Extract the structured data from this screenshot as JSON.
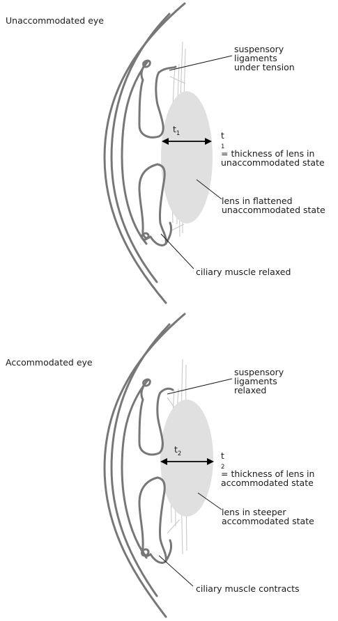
{
  "top": {
    "title": "Unaccommodated eye",
    "thickness_symbol": "t",
    "thickness_subscript": "1",
    "labels": {
      "ligaments": [
        "suspensory",
        "ligaments",
        "under tension"
      ],
      "thickness": [
        "= thickness of lens in",
        "unaccommodated state"
      ],
      "lens": [
        "lens in flattened",
        "unaccommodated state"
      ],
      "muscle": [
        "ciliary muscle relaxed"
      ]
    }
  },
  "bottom": {
    "title": "Accommodated eye",
    "thickness_symbol": "t",
    "thickness_subscript": "2",
    "labels": {
      "ligaments": [
        "suspensory",
        "ligaments",
        "relaxed"
      ],
      "thickness": [
        "= thickness of lens in",
        "accommodated state"
      ],
      "lens": [
        "lens in steeper",
        "accommodated state"
      ],
      "muscle": [
        "ciliary muscle contracts"
      ]
    }
  }
}
